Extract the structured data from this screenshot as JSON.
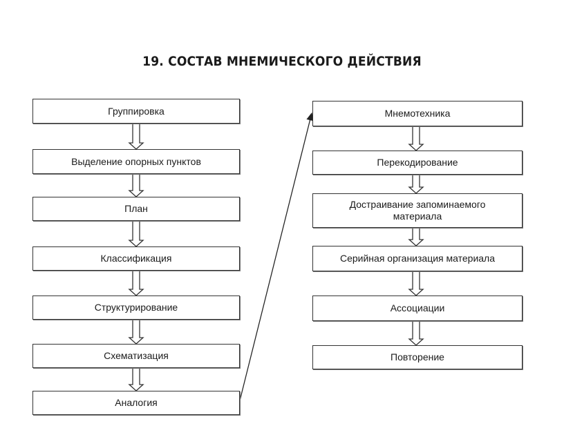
{
  "title": "19. СОСТАВ МНЕМИЧЕСКОГО ДЕЙСТВИЯ",
  "left_column": [
    "Группировка",
    "Выделение опорных пунктов",
    "План",
    "Классификация",
    "Структурирование",
    "Схематизация",
    "Аналогия"
  ],
  "right_column": [
    "Мнемотехника",
    "Перекодирование",
    "Достраивание запоминаемого материала",
    "Серийная организация материала",
    "Ассоциации",
    "Повторение"
  ]
}
